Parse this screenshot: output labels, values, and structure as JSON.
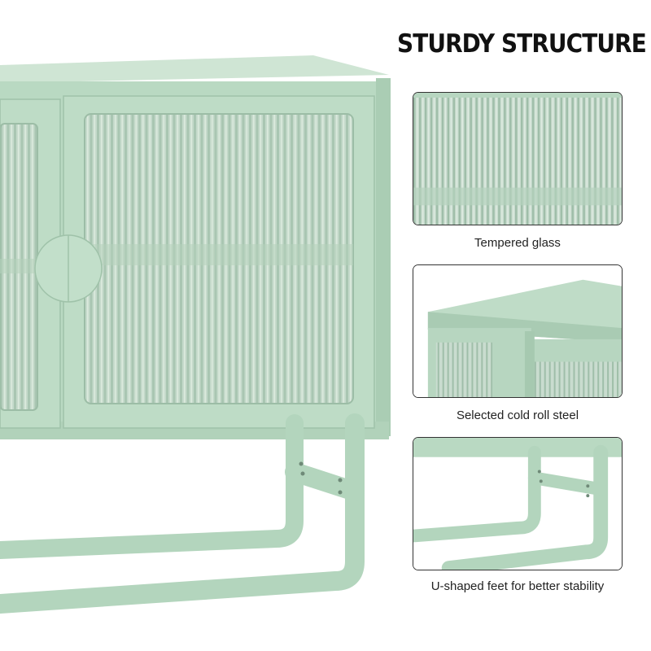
{
  "heading": "STURDY STRUCTURE",
  "features": [
    {
      "id": "glass",
      "caption": "Tempered glass",
      "icon": "tempered-glass-closeup"
    },
    {
      "id": "steel",
      "caption": "Selected cold roll steel",
      "icon": "steel-corner-closeup"
    },
    {
      "id": "feet",
      "caption": "U-shaped feet for better stability",
      "icon": "u-shaped-feet-closeup"
    }
  ],
  "colors": {
    "background": "#ffffff",
    "cabinet": "#b9d9c2",
    "cabinet_shade": "#a6c9b0",
    "glass": "#c3d8ca",
    "glass_line": "#98b8a3",
    "heading_text": "#111111",
    "frame_border": "#333333"
  }
}
